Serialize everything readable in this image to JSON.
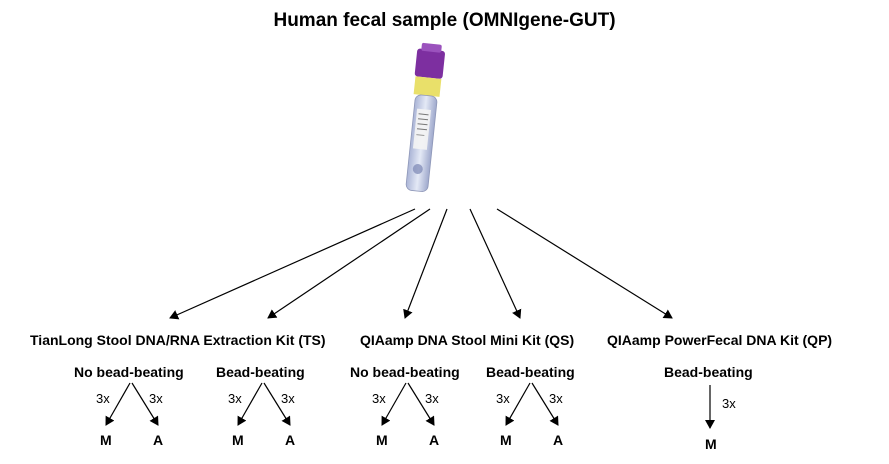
{
  "title": "Human fecal sample (OMNIgene-GUT)",
  "kits": {
    "ts": "TianLong Stool DNA/RNA Extraction Kit (TS)",
    "qs": "QIAamp DNA Stool Mini Kit (QS)",
    "qp": "QIAamp PowerFecal DNA Kit (QP)"
  },
  "conditions": {
    "ts_nb": "No bead-beating",
    "ts_b": "Bead-beating",
    "qs_nb": "No bead-beating",
    "qs_b": "Bead-beating",
    "qp_b": "Bead-beating"
  },
  "rep": "3x",
  "methods": {
    "m": "M",
    "a": "A"
  },
  "colors": {
    "tube_cap": "#7d2fa0",
    "tube_band": "#e9e06a",
    "tube_body": "#c9d2ea"
  }
}
